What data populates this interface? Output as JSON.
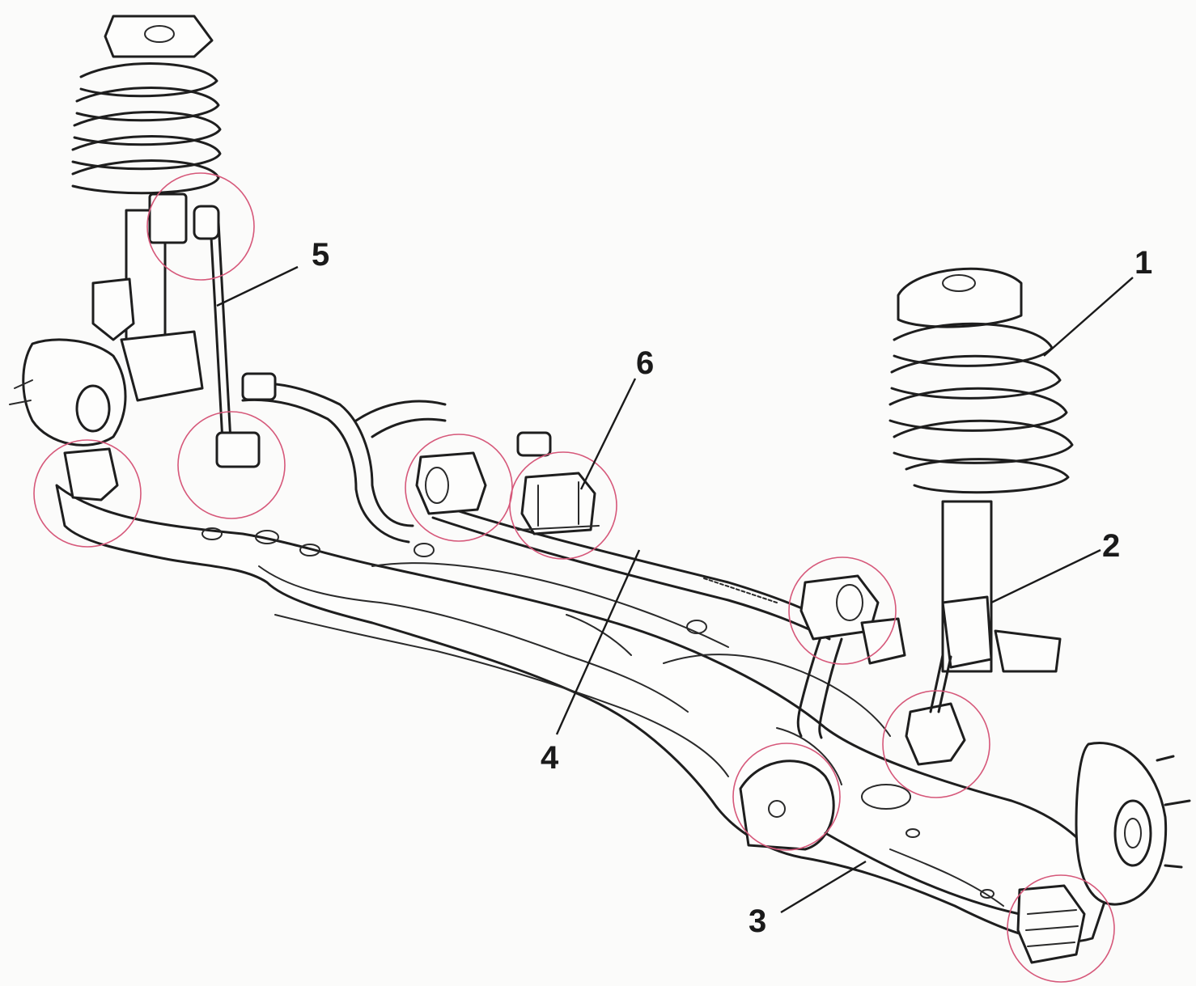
{
  "highlight_color": "#d6587a",
  "ink_color": "#1e1e1e",
  "callouts": [
    {
      "id": "1",
      "label": "1"
    },
    {
      "id": "2",
      "label": "2"
    },
    {
      "id": "3",
      "label": "3"
    },
    {
      "id": "4",
      "label": "4"
    },
    {
      "id": "5",
      "label": "5"
    },
    {
      "id": "6",
      "label": "6"
    }
  ]
}
